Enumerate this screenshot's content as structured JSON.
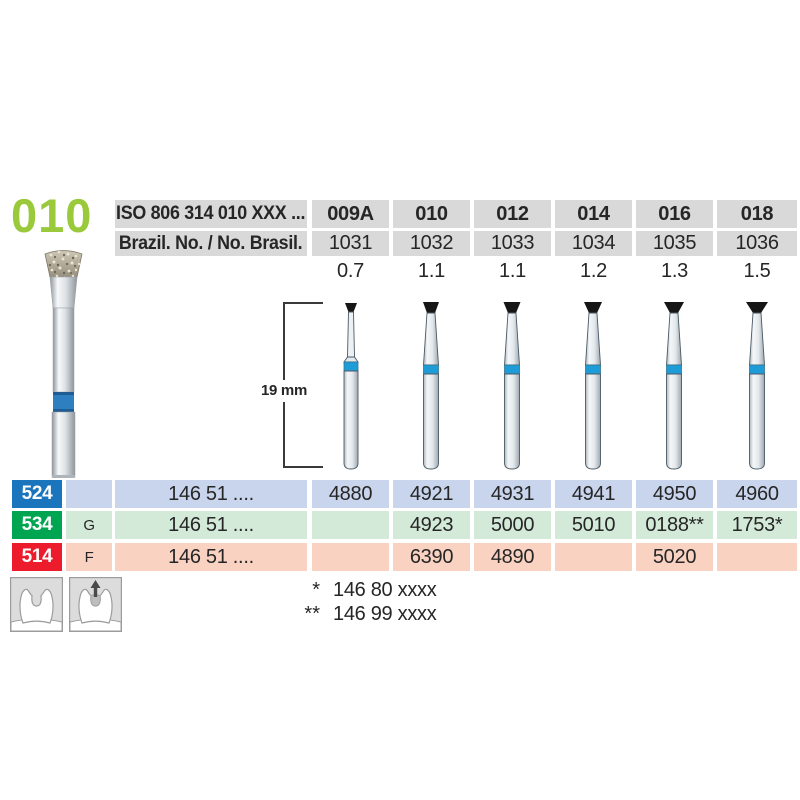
{
  "page": {
    "figure_number": "010",
    "dimension_label": "19 mm"
  },
  "header": {
    "iso_label": "ISO 806 314 010 XXX ...",
    "brazil_label": "Brazil. No. / No. Brasil.",
    "columns": [
      "009A",
      "010",
      "012",
      "014",
      "016",
      "018"
    ],
    "brazil_numbers": [
      "1031",
      "1032",
      "1033",
      "1034",
      "1035",
      "1036"
    ],
    "head_sizes_mm": [
      "0.7",
      "1.1",
      "1.1",
      "1.2",
      "1.3",
      "1.5"
    ]
  },
  "product_rows": [
    {
      "code": "524",
      "grit_letter": "",
      "order_prefix": "146 51 ....",
      "values": [
        "4880",
        "4921",
        "4931",
        "4941",
        "4950",
        "4960"
      ],
      "badge_color": "#1b75bc",
      "row_color": "#c9d5ec"
    },
    {
      "code": "534",
      "grit_letter": "G",
      "order_prefix": "146 51 ....",
      "values": [
        "",
        "4923",
        "5000",
        "5010",
        "0188**",
        "1753*"
      ],
      "badge_color": "#00a551",
      "row_color": "#d4ead9"
    },
    {
      "code": "514",
      "grit_letter": "F",
      "order_prefix": "146 51 ....",
      "values": [
        "",
        "6390",
        "4890",
        "",
        "5020",
        ""
      ],
      "badge_color": "#ec1c2d",
      "row_color": "#f9d2c2"
    }
  ],
  "footnotes": [
    {
      "mark": "*",
      "text": "146 80 xxxx"
    },
    {
      "mark": "**",
      "text": "146 99 xxxx"
    }
  ],
  "icons": [
    {
      "name": "tooth-cavity-icon"
    },
    {
      "name": "tooth-cavity-arrow-up-icon"
    }
  ],
  "colors": {
    "figure_number_green": "#9aca3c",
    "header_cell_gray": "#d9d9d9",
    "bur_band_blue": "#1e9cd8",
    "text_dark": "#262626"
  }
}
